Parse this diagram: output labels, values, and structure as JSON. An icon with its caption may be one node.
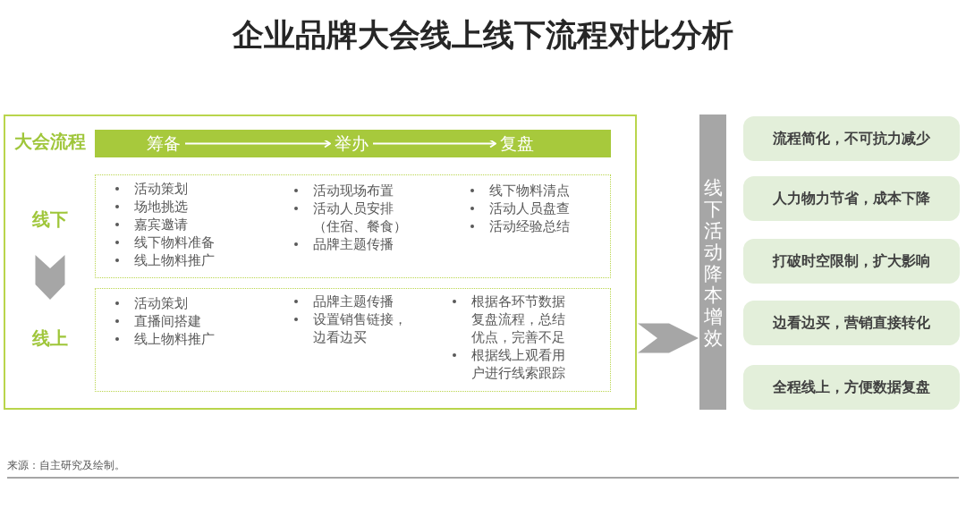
{
  "diagram": {
    "title": "企业品牌大会线上线下流程对比分析",
    "nodes": [
      {
        "text": [],
        "shape": "box"
      },
      {
        "text": [],
        "shape": "bar",
        "in": 0
      },
      {
        "text": [
          "筹备"
        ],
        "in": 1
      },
      {
        "text": [
          "举办"
        ],
        "in": 1
      },
      {
        "text": [
          "复盘"
        ],
        "in": 1
      },
      {
        "text": [
          "线下"
        ],
        "in": 0
      },
      {
        "text": [
          "线上"
        ],
        "in": 0
      },
      {
        "text": [
          "活动策划",
          "场地挑选",
          "嘉宾邀请",
          "线下物料准备",
          "线上物料推广",
          "活动现场布置",
          "活动人员安排（住宿、餐食）",
          "品牌主题传播",
          "线下物料清点",
          "活动人员盘查",
          "活动经验总结"
        ],
        "in": 0
      },
      {
        "text": [
          "活动策划",
          "直播间搭建",
          "线上物料推广",
          "品牌主题传播",
          "设置销售链接，边看边买",
          "根据各环节数据复盘流程，总结优点，完善不足",
          "根据线上观看用户进行线索跟踪"
        ],
        "in": 0
      },
      {
        "text": [
          "线下活动降本增效"
        ]
      },
      {
        "text": [
          "流程简化，不可抗力减少"
        ]
      },
      {
        "text": [
          "人力物力节省，成本下降"
        ]
      },
      {
        "text": [
          "打破时空限制，扩大影响"
        ]
      },
      {
        "text": [
          "边看边买，营销直接转化"
        ]
      },
      {
        "text": [
          "全程线上，方便数据复盘"
        ]
      }
    ],
    "edges": [
      {
        "from": 2,
        "to": 3,
        "arrow": "to"
      },
      {
        "from": 3,
        "to": 4,
        "arrow": "to"
      },
      {
        "from": 5,
        "to": 6,
        "arrow": "to"
      },
      {
        "from": 0,
        "to": 9,
        "arrow": "to"
      }
    ],
    "labels": [
      "大会流程",
      "来源：自主研究及绘制。"
    ]
  }
}
